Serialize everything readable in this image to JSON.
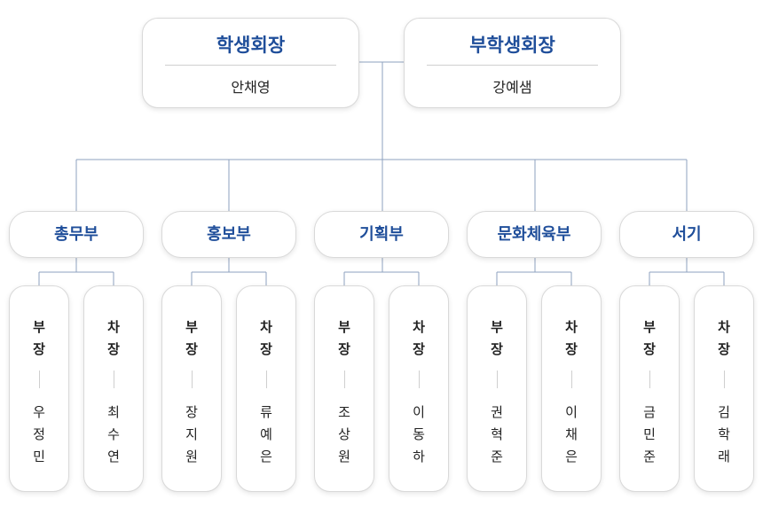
{
  "top": [
    {
      "title": "학생회장",
      "name": "안채영"
    },
    {
      "title": "부학생회장",
      "name": "강예샘"
    }
  ],
  "departments": [
    {
      "label": "총무부",
      "members": [
        {
          "role": "부\n장",
          "name": "우\n정\n민"
        },
        {
          "role": "차\n장",
          "name": "최\n수\n연"
        }
      ]
    },
    {
      "label": "홍보부",
      "members": [
        {
          "role": "부\n장",
          "name": "장\n지\n원"
        },
        {
          "role": "차\n장",
          "name": "류\n예\n은"
        }
      ]
    },
    {
      "label": "기획부",
      "members": [
        {
          "role": "부\n장",
          "name": "조\n상\n원"
        },
        {
          "role": "차\n장",
          "name": "이\n동\n하"
        }
      ]
    },
    {
      "label": "문화체육부",
      "members": [
        {
          "role": "부\n장",
          "name": "권\n혁\n준"
        },
        {
          "role": "차\n장",
          "name": "이\n채\n은"
        }
      ]
    },
    {
      "label": "서기",
      "members": [
        {
          "role": "부\n장",
          "name": "금\n민\n준"
        },
        {
          "role": "차\n장",
          "name": "김\n학\n래"
        }
      ]
    }
  ],
  "colors": {
    "accent": "#1f4e9a",
    "connector": "#8ea2bf",
    "border": "#d9d9d9"
  }
}
